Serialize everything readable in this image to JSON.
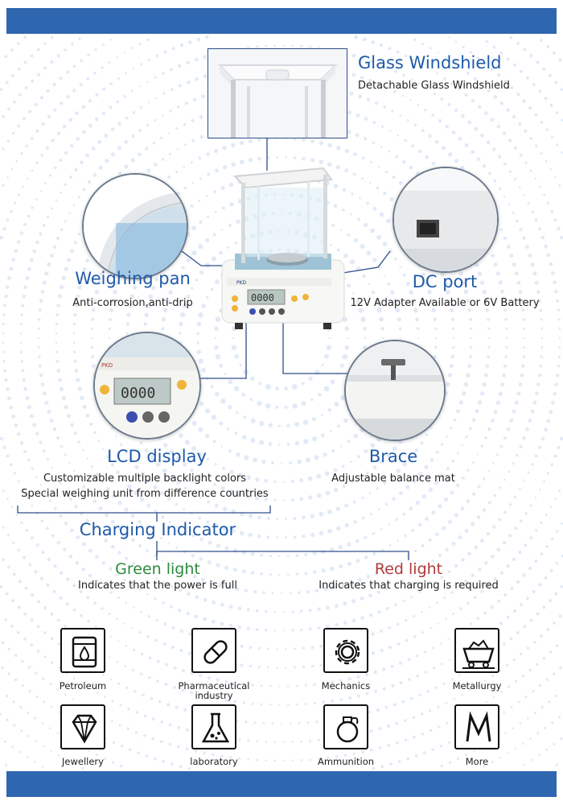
{
  "colors": {
    "brand_blue": "#2f66b0",
    "title_blue": "#1e5aa8",
    "green": "#2e8b3e",
    "red": "#b03a3a"
  },
  "features": {
    "glass_windshield": {
      "title": "Glass Windshield",
      "desc": "Detachable Glass Windshield"
    },
    "weighing_pan": {
      "title": "Weighing pan",
      "desc": "Anti-corrosion,anti-drip"
    },
    "dc_port": {
      "title": "DC port",
      "desc": "12V Adapter Available or 6V Battery"
    },
    "lcd_display": {
      "title": "LCD display",
      "desc_line1": "Customizable multiple backlight colors",
      "desc_line2": "Special weighing unit from  difference countries"
    },
    "brace": {
      "title": "Brace",
      "desc": "Adjustable balance mat"
    }
  },
  "charging": {
    "title": "Charging Indicator",
    "green": {
      "title": "Green light",
      "desc": "Indicates that the power is full"
    },
    "red": {
      "title": "Red light",
      "desc": "Indicates that charging is required"
    }
  },
  "product": {
    "brand": "PKD",
    "display_value": "0000"
  },
  "applications": [
    {
      "label": "Petroleum",
      "icon": "oil-barrel-icon"
    },
    {
      "label": "Pharmaceutical industry",
      "icon": "pill-capsule-icon"
    },
    {
      "label": "Mechanics",
      "icon": "gear-icon"
    },
    {
      "label": "Metallurgy",
      "icon": "mine-cart-icon"
    },
    {
      "label": "Jewellery",
      "icon": "diamond-icon"
    },
    {
      "label": "laboratory",
      "icon": "flask-icon"
    },
    {
      "label": "Ammunition",
      "icon": "grenade-icon"
    },
    {
      "label": "More",
      "icon": "more-m-icon"
    }
  ]
}
